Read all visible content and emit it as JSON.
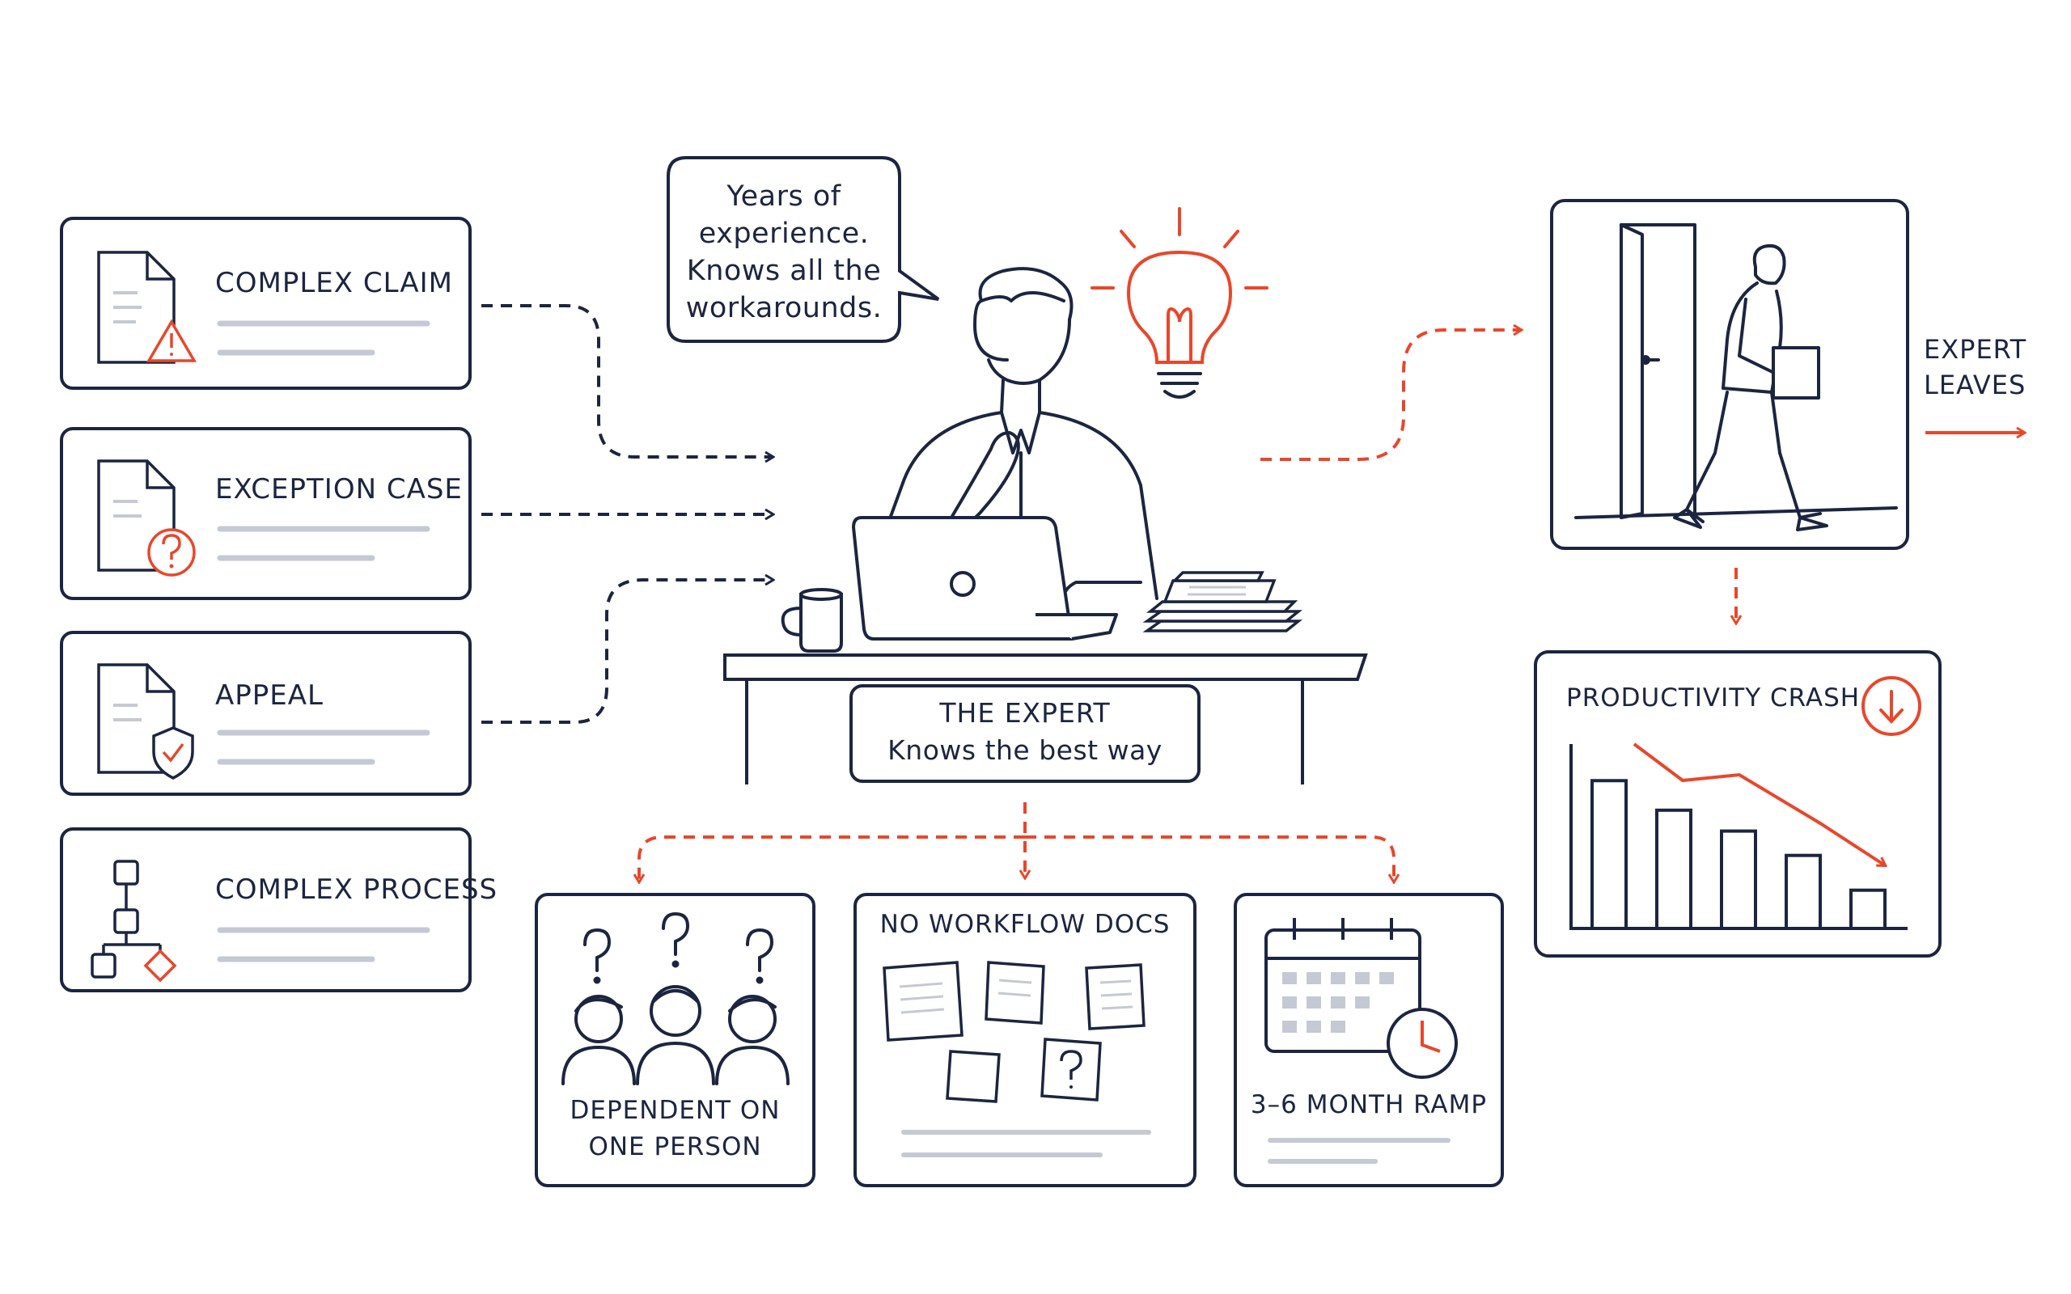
{
  "inputs": {
    "complex_claim": "COMPLEX CLAIM",
    "exception_case": "EXCEPTION CASE",
    "appeal": "APPEAL",
    "complex_process": "COMPLEX PROCESS"
  },
  "speech_bubble": {
    "line1": "Years of",
    "line2": "experience.",
    "line3": "Knows all the",
    "line4": "workarounds."
  },
  "expert_label": {
    "title": "THE EXPERT",
    "subtitle": "Knows the best way"
  },
  "consequences": {
    "dependent_line1": "DEPENDENT ON",
    "dependent_line2": "ONE PERSON",
    "no_docs": "NO WORKFLOW DOCS",
    "ramp": "3–6 MONTH RAMP"
  },
  "leaving": {
    "line1": "EXPERT",
    "line2": "LEAVES"
  },
  "productivity": {
    "title": "PRODUCTIVITY CRASH",
    "bars": [
      0.85,
      0.68,
      0.56,
      0.42,
      0.22
    ]
  },
  "colors": {
    "ink": "#1c2540",
    "accent": "#e8472b"
  },
  "icons": [
    "document-warning-icon",
    "document-question-icon",
    "document-shield-icon",
    "flowchart-icon",
    "lightbulb-icon",
    "calendar-clock-icon",
    "down-arrow-circle-icon",
    "question-mark-icon"
  ]
}
